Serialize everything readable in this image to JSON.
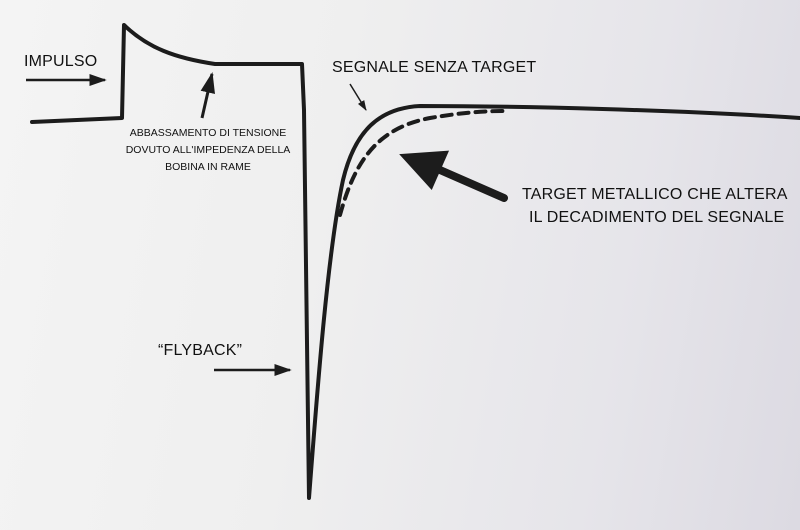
{
  "labels": {
    "impulso": "IMPULSO",
    "abbassamento": [
      "ABBASSAMENTO DI TENSIONE",
      "DOVUTO ALL'IMPEDENZA DELLA",
      "BOBINA IN RAME"
    ],
    "flyback": "“FLYBACK”",
    "segnale_senza_target": "SEGNALE SENZA TARGET",
    "target_metallico": [
      "TARGET METALLICO CHE ALTERA",
      "IL DECADIMENTO DEL SEGNALE"
    ]
  },
  "colors": {
    "line": "#1c1c1c",
    "text": "#111111"
  }
}
